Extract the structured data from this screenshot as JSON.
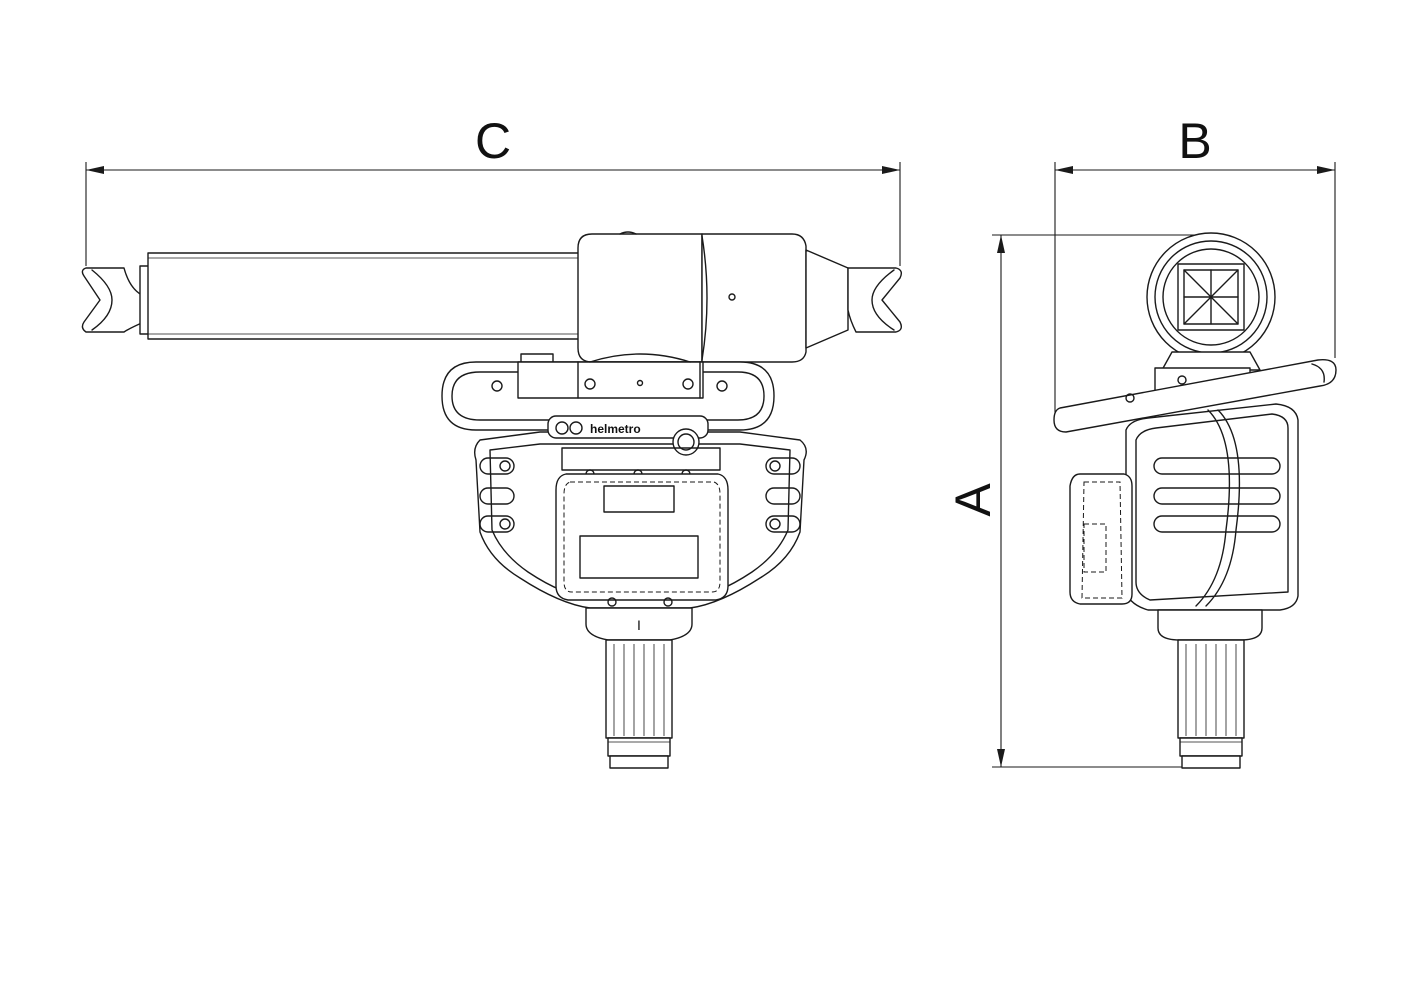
{
  "dimensions": {
    "a_label": "A",
    "b_label": "B",
    "c_label": "C"
  },
  "product": {
    "brand_label": "helmetro",
    "switch_label": "I"
  }
}
